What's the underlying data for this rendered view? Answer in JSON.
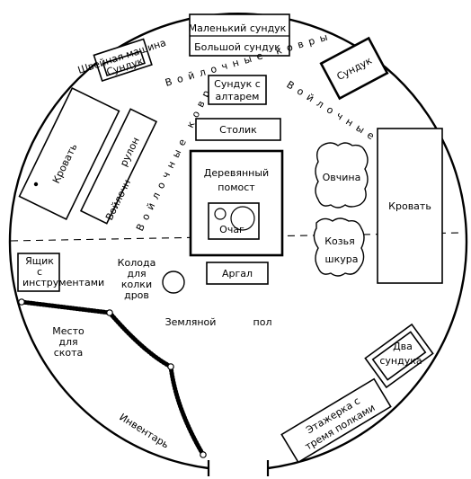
{
  "labels": {
    "small_chest": "Маленький сундук",
    "big_chest": "Большой сундук",
    "sewing_machine": "Швейная машина",
    "chest_left": "Сундук",
    "chest_right": "Сундук",
    "felt_carpets_top": "Войлочные ковры",
    "felt_carpets_inner": "Войлочные ковры",
    "felt_carpets_side": "Войлочные ковры",
    "chest_altar_1": "Сундук с",
    "chest_altar_2": "алтарем",
    "table": "Столик",
    "bed_left": "Кровать",
    "felt_roll_1": "рулон",
    "felt_roll_2": "Войлочн",
    "platform_1": "Деревянный",
    "platform_2": "помост",
    "hearth": "Очаг",
    "sheepskin": "Овчина",
    "goatskin_1": "Козья",
    "goatskin_2": "шкура",
    "bed_right": "Кровать",
    "tools_box_1": "Ящик",
    "tools_box_2": "с",
    "tools_box_3": "инструментами",
    "block_1": "Колода",
    "block_2": "для",
    "block_3": "колки",
    "block_4": "дров",
    "dung": "Аргал",
    "floor_1": "Земляной",
    "floor_2": "пол",
    "cattle_1": "Место",
    "cattle_2": "для",
    "cattle_3": "скота",
    "inventory": "Инвентарь",
    "two_chests_1": "Два",
    "two_chests_2": "сундука",
    "shelf_1": "Этажерка с",
    "shelf_2": "тремя полками"
  }
}
